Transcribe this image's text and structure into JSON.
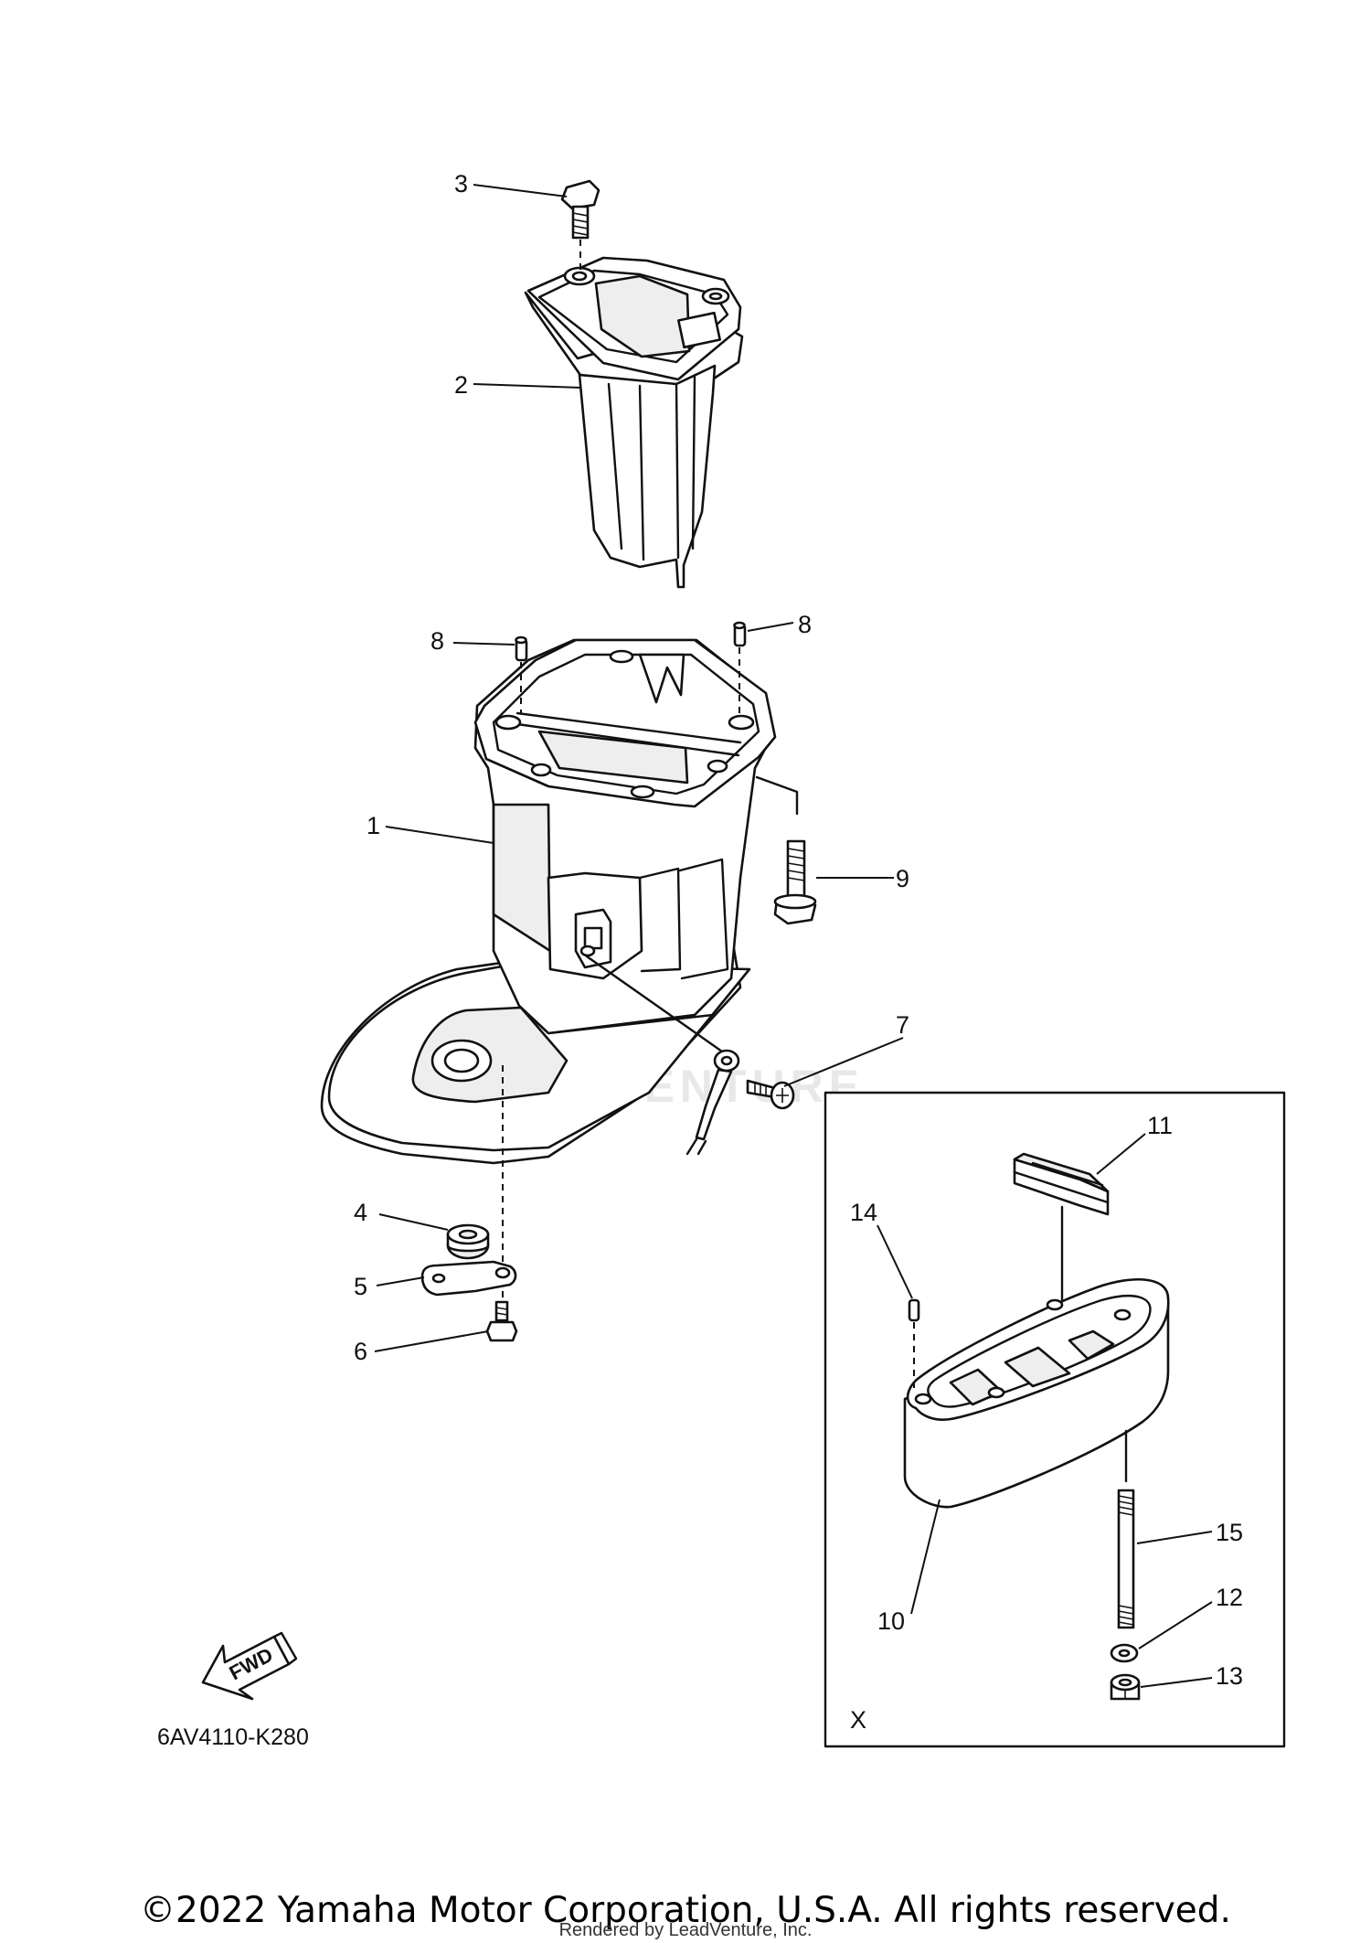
{
  "callouts": [
    {
      "id": "callout-1",
      "text": "1"
    },
    {
      "id": "callout-2",
      "text": "2"
    },
    {
      "id": "callout-3",
      "text": "3"
    },
    {
      "id": "callout-4",
      "text": "4"
    },
    {
      "id": "callout-5",
      "text": "5"
    },
    {
      "id": "callout-6",
      "text": "6"
    },
    {
      "id": "callout-7",
      "text": "7"
    },
    {
      "id": "callout-8a",
      "text": "8"
    },
    {
      "id": "callout-8b",
      "text": "8"
    },
    {
      "id": "callout-9",
      "text": "9"
    },
    {
      "id": "callout-10",
      "text": "10"
    },
    {
      "id": "callout-11",
      "text": "11"
    },
    {
      "id": "callout-12",
      "text": "12"
    },
    {
      "id": "callout-13",
      "text": "13"
    },
    {
      "id": "callout-14",
      "text": "14"
    },
    {
      "id": "callout-15",
      "text": "15"
    }
  ],
  "inset_label": "X",
  "fwd_label": "FWD",
  "diagram_code": "6AV4110-K280",
  "watermark": "LEADVENTURE",
  "copyright": "©2022 Yamaha Motor Corporation, U.S.A. All rights reserved.",
  "rendered_by": "Rendered by LeadVenture, Inc."
}
